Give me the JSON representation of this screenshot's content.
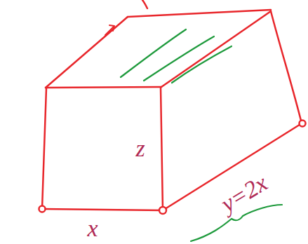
{
  "diagram": {
    "labels": [
      "z",
      "y=2x",
      "x"
    ]
  }
}
